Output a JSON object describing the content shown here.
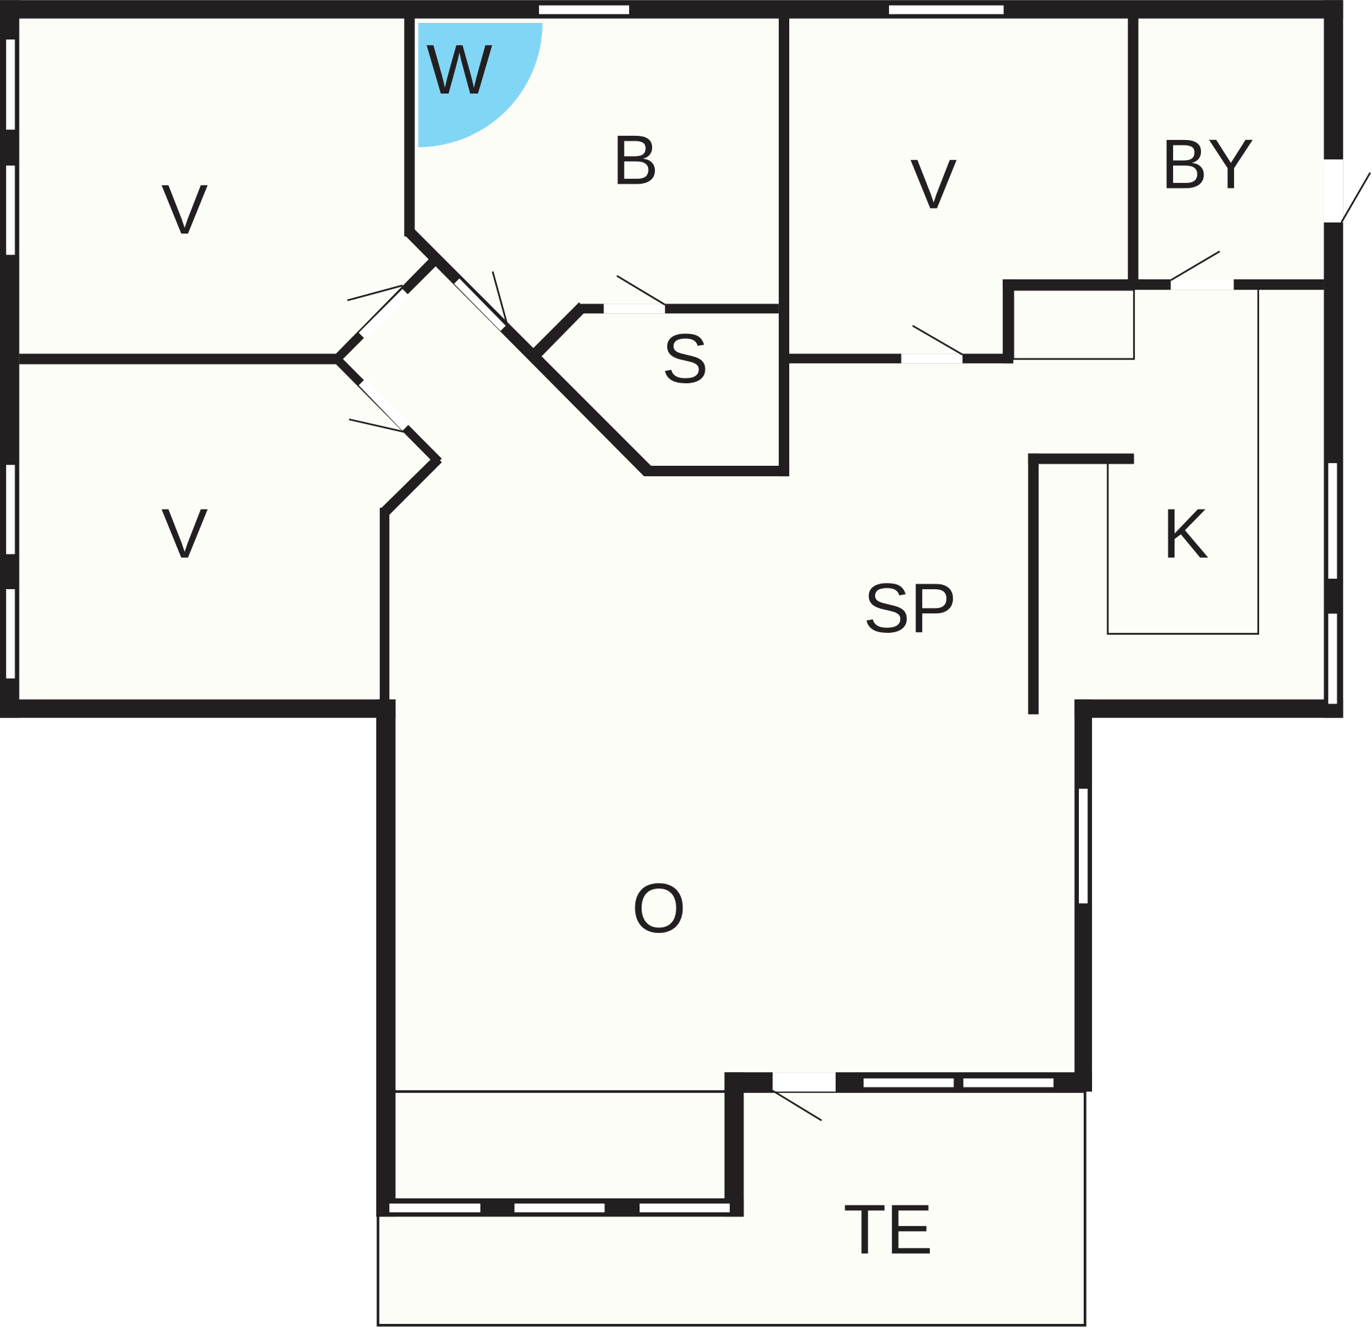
{
  "floorplan": {
    "rooms": [
      {
        "id": "bedroom-top-left",
        "label": "V"
      },
      {
        "id": "bedroom-bottom-left",
        "label": "V"
      },
      {
        "id": "bathroom",
        "label": "B"
      },
      {
        "id": "wc",
        "label": "W"
      },
      {
        "id": "storage",
        "label": "S"
      },
      {
        "id": "bedroom-top-right",
        "label": "V"
      },
      {
        "id": "utility",
        "label": "BY"
      },
      {
        "id": "kitchen",
        "label": "K"
      },
      {
        "id": "dining",
        "label": "SP"
      },
      {
        "id": "living",
        "label": "O"
      },
      {
        "id": "terrace",
        "label": "TE"
      }
    ],
    "colors": {
      "wall": "#231f20",
      "floor": "#fdfdf8",
      "wc_fixture": "#82d6f5"
    }
  }
}
